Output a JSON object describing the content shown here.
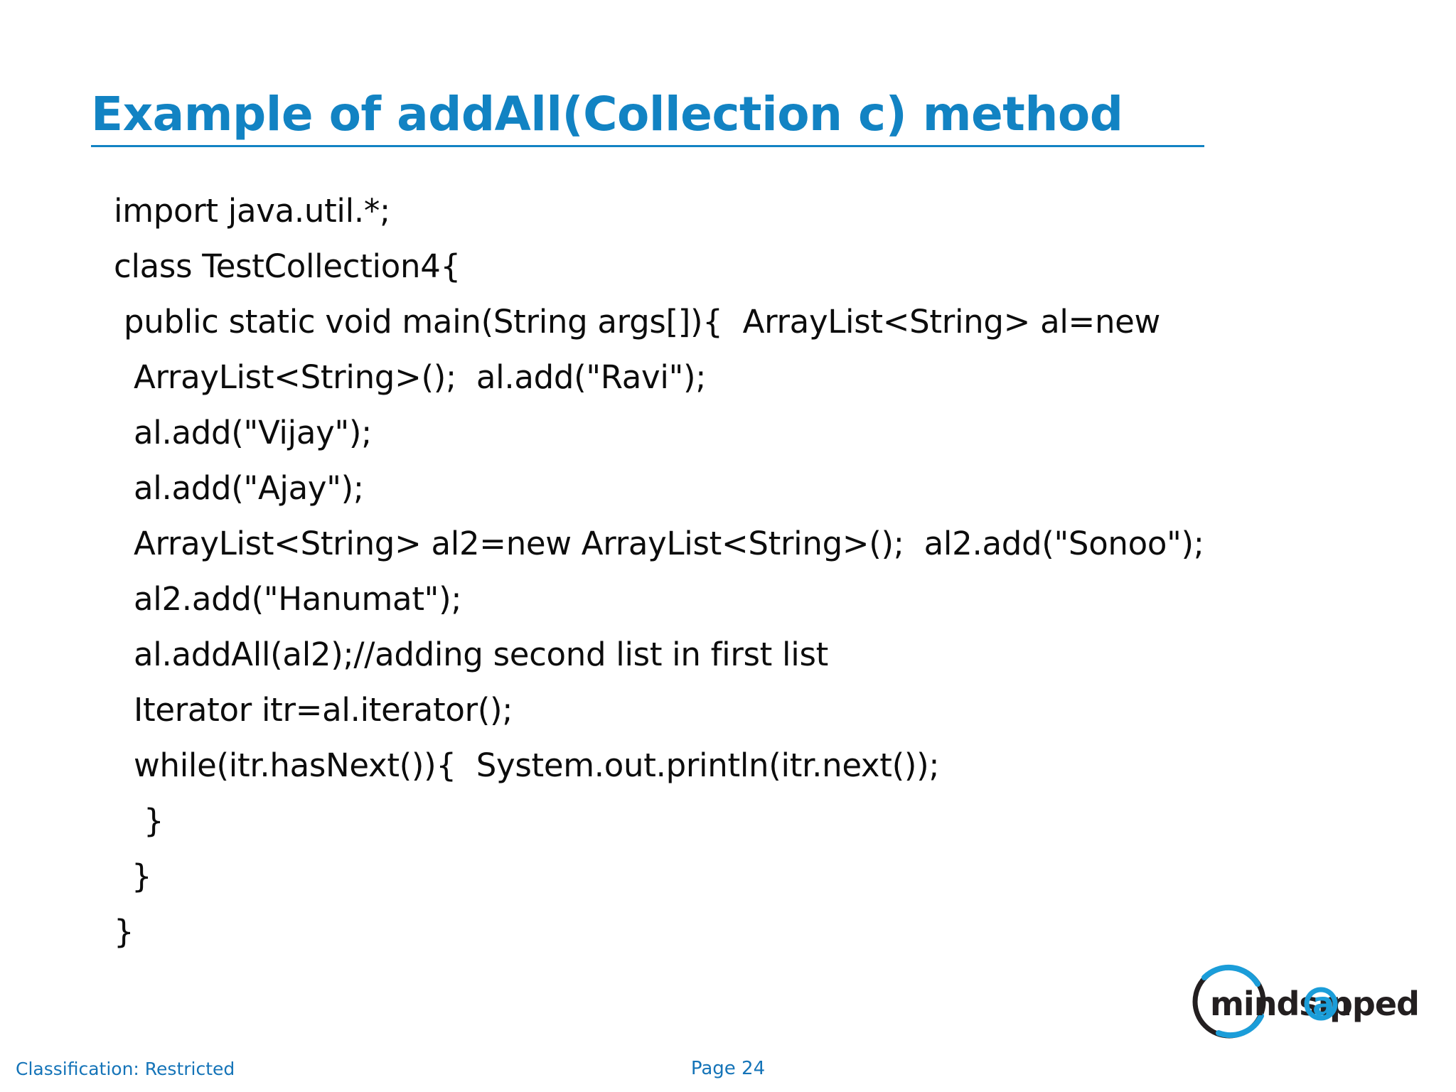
{
  "slide": {
    "title": "Example of addAll(Collection c) method",
    "accent_color": "#1283C3",
    "code_color": "#0c0c0c",
    "footer_color": "#1574B8"
  },
  "code": {
    "lines": [
      {
        "text": "import java.util.*;",
        "indent": 0
      },
      {
        "text": "class TestCollection4{",
        "indent": 0
      },
      {
        "text": " public static void main(String args[]){  ArrayList<String> al=new",
        "indent": 0
      },
      {
        "text": "ArrayList<String>();  al.add(\"Ravi\");",
        "indent": 2
      },
      {
        "text": "al.add(\"Vijay\");",
        "indent": 2
      },
      {
        "text": "al.add(\"Ajay\");",
        "indent": 2
      },
      {
        "text": "ArrayList<String> al2=new ArrayList<String>();  al2.add(\"Sonoo\");",
        "indent": 2
      },
      {
        "text": "al2.add(\"Hanumat\");",
        "indent": 2
      },
      {
        "text": "al.addAll(al2);//adding second list in first list",
        "indent": 2
      },
      {
        "text": "Iterator itr=al.iterator();",
        "indent": 2
      },
      {
        "text": "while(itr.hasNext()){  System.out.println(itr.next());",
        "indent": 2
      },
      {
        "text": " }",
        "indent": 2
      },
      {
        "text": " }",
        "indent": 1
      },
      {
        "text": "}",
        "indent": 0
      }
    ]
  },
  "footer": {
    "classification": "Classification: Restricted",
    "page": "Page 24"
  },
  "logo": {
    "name": "mindsmapped-logo",
    "text_before": "m",
    "text_full": "mindsmapped",
    "color_dark": "#231F20",
    "color_accent": "#1B9DD9"
  }
}
